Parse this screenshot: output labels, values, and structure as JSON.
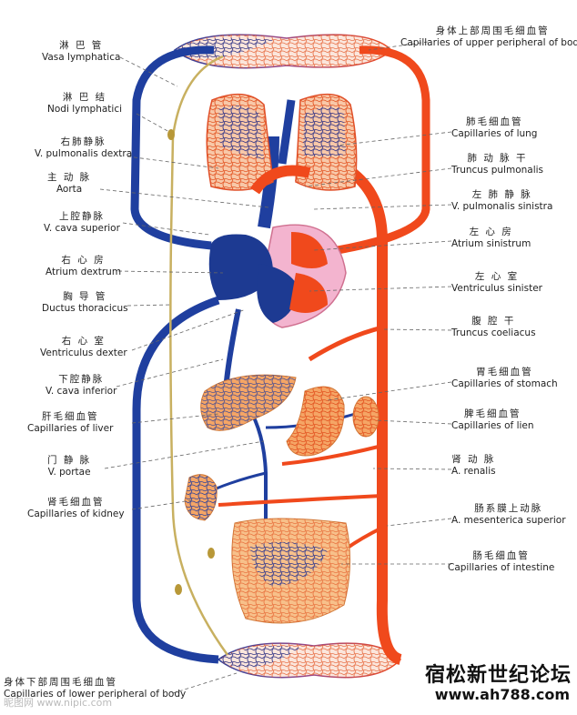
{
  "labels_left": [
    {
      "id": "vasa-lymphatica",
      "zh": "淋 巴 管",
      "en": "Vasa lymphatica"
    },
    {
      "id": "nodi-lymphatici",
      "zh": "淋 巴 结",
      "en": "Nodi lymphatici"
    },
    {
      "id": "v-pulmonalis-dextra",
      "zh": "右肺静脉",
      "en": "V. pulmonalis dextra"
    },
    {
      "id": "aorta",
      "zh": "主 动 脉",
      "en": "Aorta"
    },
    {
      "id": "v-cava-superior",
      "zh": "上腔静脉",
      "en": "V. cava superior"
    },
    {
      "id": "atrium-dextrum",
      "zh": "右 心 房",
      "en": "Atrium dextrum"
    },
    {
      "id": "ductus-thoracicus",
      "zh": "胸 导 管",
      "en": "Ductus thoracicus"
    },
    {
      "id": "ventriculus-dexter",
      "zh": "右 心 室",
      "en": "Ventriculus dexter"
    },
    {
      "id": "v-cava-inferior",
      "zh": "下腔静脉",
      "en": "V. cava inferior"
    },
    {
      "id": "capillaries-of-liver",
      "zh": "肝毛细血管",
      "en": "Capillaries of liver"
    },
    {
      "id": "v-portae",
      "zh": "门 静 脉",
      "en": "V. portae"
    },
    {
      "id": "capillaries-of-kidney",
      "zh": "肾毛细血管",
      "en": "Capillaries of kidney"
    },
    {
      "id": "capillaries-lower-peripheral",
      "zh": "身体下部周围毛细血管",
      "en": "Capillaries of lower peripheral of body"
    }
  ],
  "labels_right": [
    {
      "id": "capillaries-upper-peripheral",
      "zh": "身体上部周围毛细血管",
      "en": "Capillaries of upper peripheral of body"
    },
    {
      "id": "capillaries-of-lung",
      "zh": "肺毛细血管",
      "en": "Capillaries of lung"
    },
    {
      "id": "truncus-pulmonalis",
      "zh": "肺 动 脉 干",
      "en": "Truncus pulmonalis"
    },
    {
      "id": "v-pulmonalis-sinistra",
      "zh": "左 肺 静 脉",
      "en": "V. pulmonalis sinistra"
    },
    {
      "id": "atrium-sinistrum",
      "zh": "左 心 房",
      "en": "Atrium sinistrum"
    },
    {
      "id": "ventriculus-sinister",
      "zh": "左 心 室",
      "en": "Ventriculus sinister"
    },
    {
      "id": "truncus-coeliacus",
      "zh": "腹 腔 干",
      "en": "Truncus coeliacus"
    },
    {
      "id": "capillaries-of-stomach",
      "zh": "胃毛细血管",
      "en": "Capillaries of stomach"
    },
    {
      "id": "capillaries-of-lien",
      "zh": "脾毛细血管",
      "en": "Capillaries of lien"
    },
    {
      "id": "a-renalis",
      "zh": "肾 动 脉",
      "en": "A. renalis"
    },
    {
      "id": "a-mesenterica-superior",
      "zh": "肠系膜上动脉",
      "en": "A. mesenterica superior"
    },
    {
      "id": "capillaries-of-intestine",
      "zh": "肠毛细血管",
      "en": "Capillaries of intestine"
    }
  ],
  "watermark": {
    "cn": "宿松新世纪论坛",
    "url": "www.ah788.com",
    "left": "昵图网 www.nipic.com"
  },
  "colors": {
    "venous": "#1f3f9f",
    "arterial": "#f0491c",
    "lymph": "#c8b060",
    "organ": "#f5a565",
    "heart": "#f0a8c8"
  }
}
